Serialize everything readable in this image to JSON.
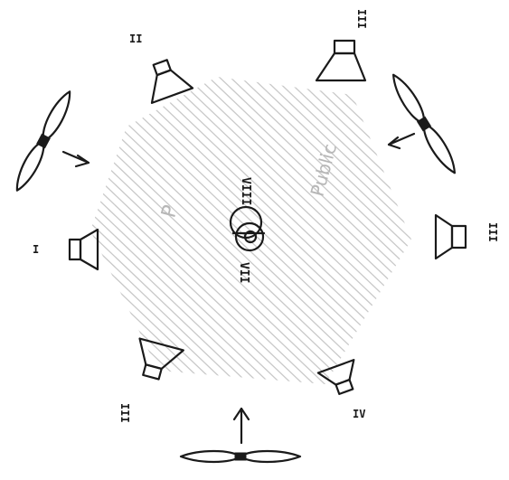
{
  "pencil_notes": {
    "left": "P",
    "right": "Public"
  },
  "speakers": [
    {
      "id": "top-left",
      "label": "II"
    },
    {
      "id": "top-right",
      "label": "III"
    },
    {
      "id": "right",
      "label": "III"
    },
    {
      "id": "left",
      "label": "I"
    },
    {
      "id": "bottom-left",
      "label": "III"
    },
    {
      "id": "bottom-right",
      "label": "IV"
    }
  ],
  "center": {
    "label_top": "VIII",
    "label_bottom": "VII"
  },
  "fans": [
    {
      "id": "left"
    },
    {
      "id": "right"
    },
    {
      "id": "bottom"
    }
  ]
}
